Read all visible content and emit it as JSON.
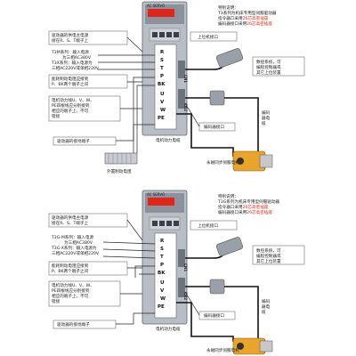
{
  "panels": [
    {
      "note_title": "特别说明：",
      "note_line1": "T3系列为机床专用型伺服驱动器",
      "note_line2_pre": "指令器口采用",
      "note_line2_red": "26芯高密插座",
      "note_line3_pre": "编码器接口采用",
      "note_line3_red": "26芯高密插座",
      "power_desc_1": "驱动器的供电主电源",
      "power_desc_2": "接在R、S、T端子上",
      "t3m_1": "T3M系列：输入电源",
      "t3m_2": "为三相AC380V",
      "t3x_1": "T3X系列：输入电源为",
      "t3x_2": "三相AC220V或单相220V",
      "brake_1": "能耗制动电阻应接到",
      "brake_2": "P、BK两个端子之间",
      "motor_1": "电机动力线U、V、W、",
      "motor_2": "PE四根线应分别接到",
      "motor_3": "相应的端子上，不可",
      "motor_4": "错接",
      "ground_desc": "驱动器的接地端子",
      "ext_brake": "外置制动电阻",
      "pos_port": "上位机接口",
      "enc_port": "编码器接口",
      "motor_cable": "电机动力电缆",
      "motor_name": "永磁同步伺服电机",
      "cnc_1": "数控系统，可",
      "cnc_2": "编程控制器或",
      "cnc_3": "其它上位装置",
      "enc_cable_1": "编码",
      "enc_cable_2": "器电",
      "enc_cable_3": "缆",
      "drive_brand": "AC SERVO",
      "cn1": "CN1",
      "cn2": "CN2",
      "terminals": [
        "R",
        "S",
        "T",
        "P",
        "BK",
        "U",
        "V",
        "W",
        "PE"
      ]
    },
    {
      "note_title": "特别说明：",
      "note_line1": "T3G系列为机床专用型伺服驱动器",
      "note_line2_pre": "指令器口采用",
      "note_line2_red": "26芯高密插座",
      "note_line3_pre": "编码器接口采用",
      "note_line3_red": "26芯高密插座",
      "power_desc_1": "驱动器的供电主电源",
      "power_desc_2": "接在R、S、T端子上",
      "t3m_1": "T3G-M系列：输入电源",
      "t3m_2": "为三相AC380V",
      "t3x_1": "T3G-X系列：输入电源为",
      "t3x_2": "三相AC220V或单相220V",
      "brake_1": "能耗制动电阻应接到",
      "brake_2": "P、BK两个端子之间",
      "motor_1": "电机动力线U、V、W、",
      "motor_2": "PE四根线应分别接到",
      "motor_3": "相应的端子上，不可",
      "motor_4": "错接",
      "ground_desc": "驱动器的接地端子",
      "ext_brake": "",
      "pos_port": "上位机接口",
      "enc_port": "编码器接口",
      "motor_cable": "电机动力电缆",
      "motor_name": "永磁同步伺服电机",
      "cnc_1": "数控系统，可",
      "cnc_2": "编程控制器或",
      "cnc_3": "其它上位装置",
      "enc_cable_1": "编码",
      "enc_cable_2": "器电",
      "enc_cable_3": "缆",
      "drive_brand": "AC SERVO",
      "cn1": "CN1",
      "cn2": "CN2",
      "terminals": [
        "R",
        "S",
        "T",
        "P",
        "BK",
        "U",
        "V",
        "W",
        "PE"
      ]
    }
  ],
  "colors": {
    "drive_body": "#b9bec6",
    "drive_dark": "#5f6670",
    "display_red": "#e0261a",
    "accent_red": "#d42a1e",
    "motor_orange": "#e8a52a",
    "connector_gray": "#9aa0a8"
  }
}
